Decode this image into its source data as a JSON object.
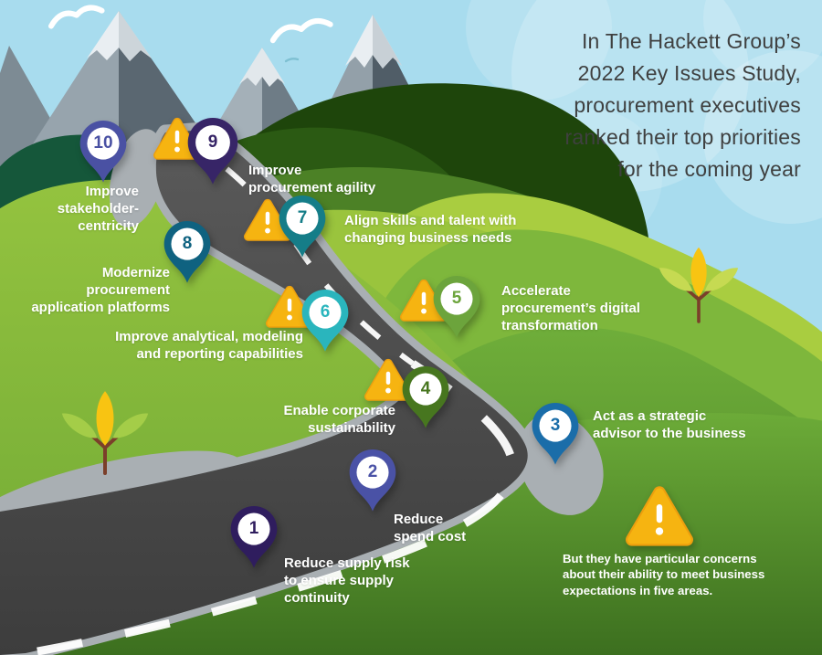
{
  "title": "In The Hackett Group’s\n2022 Key Issues Study,\nprocurement executives\nranked their top priorities\nfor the coming year",
  "footnote": "But they have particular concerns\nabout their ability to meet business\nexpectations in five areas.",
  "warning": {
    "color": "#f6b411",
    "rim_color": "#ed9f0e",
    "symbol": "!"
  },
  "pins": [
    {
      "number": "1",
      "label": "Reduce supply risk\nto ensure supply\ncontinuity",
      "color": "#2f1d5e",
      "warning": false
    },
    {
      "number": "2",
      "label": "Reduce\nspend cost",
      "color": "#4a52a6",
      "warning": false
    },
    {
      "number": "3",
      "label": "Act as a strategic\nadvisor to the business",
      "color": "#1a6da9",
      "warning": false
    },
    {
      "number": "4",
      "label": "Enable corporate\nsustainability",
      "color": "#47761f",
      "warning": true
    },
    {
      "number": "5",
      "label": "Accelerate\nprocurement’s digital\ntransformation",
      "color": "#6ca43c",
      "warning": true
    },
    {
      "number": "6",
      "label": "Improve analytical, modeling\nand reporting capabilities",
      "color": "#2ab5bd",
      "warning": true
    },
    {
      "number": "7",
      "label": "Align skills and talent with\nchanging business needs",
      "color": "#157d88",
      "warning": true
    },
    {
      "number": "8",
      "label": "Modernize\nprocurement\napplication platforms",
      "color": "#0f6280",
      "warning": false
    },
    {
      "number": "9",
      "label": "Improve\nprocurement agility",
      "color": "#372567",
      "warning": true
    },
    {
      "number": "10",
      "label": "Improve\nstakeholder-\ncentricity",
      "color": "#4a51a3",
      "warning": false
    }
  ],
  "palette": {
    "sky": "#a8dcee",
    "road": "#474747",
    "road_shoulder": "#a9afb3",
    "road_line": "#ffffff",
    "label_text": "#ffffff",
    "title_text": "#3f4040",
    "hill_light": "#9ac43d",
    "hill_dark": "#1e450b"
  }
}
